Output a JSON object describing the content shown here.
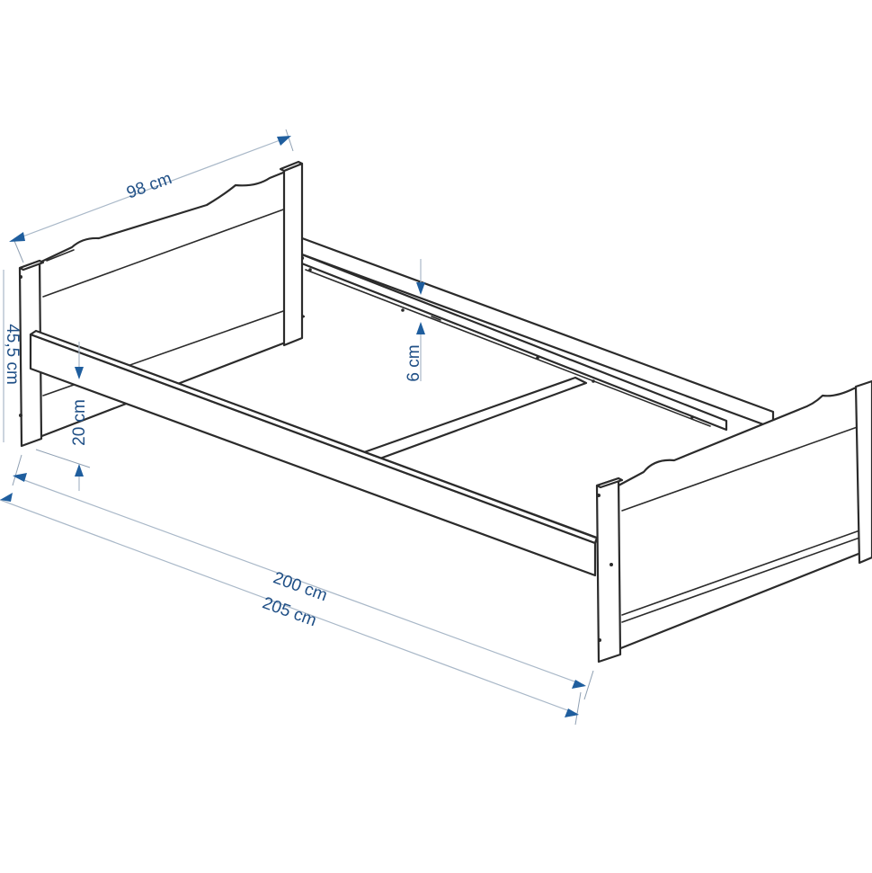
{
  "dimensions": {
    "width": "98 cm",
    "height": "45,5 cm",
    "inner_length": "200 cm",
    "outer_length": "205 cm",
    "rail_height": "20 cm",
    "ledge_height": "6 cm"
  },
  "colors": {
    "outline": "#2b2b2b",
    "dimension_text": "#1f4f86",
    "arrow": "#1f5e9e",
    "dimension_line": "#a9b8c8"
  }
}
